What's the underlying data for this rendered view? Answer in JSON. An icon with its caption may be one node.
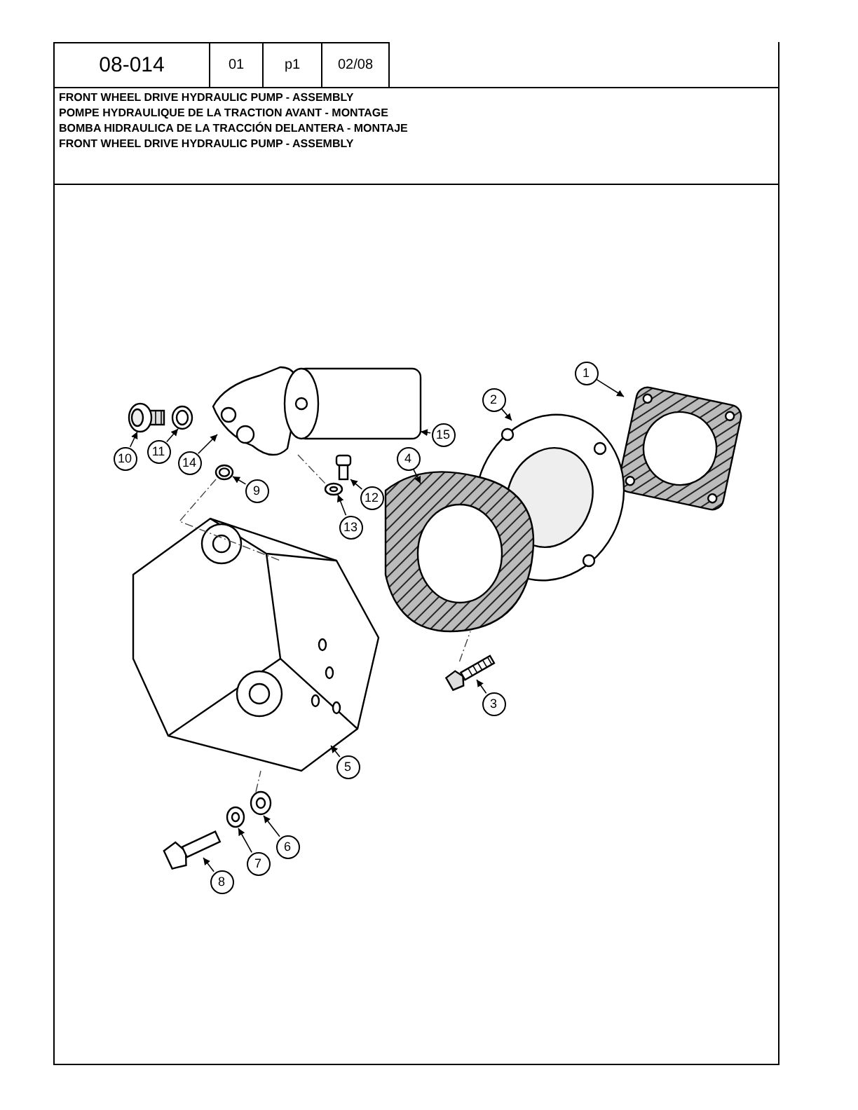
{
  "diagram": {
    "nodes": [
      {
        "text": [
          "1"
        ]
      },
      {
        "text": [
          "2"
        ]
      },
      {
        "text": [
          "3"
        ]
      },
      {
        "text": [
          "4"
        ]
      },
      {
        "text": [
          "5"
        ]
      },
      {
        "text": [
          "6"
        ]
      },
      {
        "text": [
          "7"
        ]
      },
      {
        "text": [
          "8"
        ]
      },
      {
        "text": [
          "9"
        ]
      },
      {
        "text": [
          "10"
        ]
      },
      {
        "text": [
          "11"
        ]
      },
      {
        "text": [
          "12"
        ]
      },
      {
        "text": [
          "13"
        ]
      },
      {
        "text": [
          "14"
        ]
      },
      {
        "text": [
          "15"
        ]
      },
      {
        "text": [],
        "shape": "picture"
      },
      {
        "text": [],
        "shape": "picture"
      },
      {
        "text": [],
        "shape": "picture"
      },
      {
        "text": [],
        "shape": "picture"
      },
      {
        "text": [],
        "shape": "picture"
      },
      {
        "text": [],
        "shape": "picture"
      },
      {
        "text": [],
        "shape": "picture"
      },
      {
        "text": [],
        "shape": "picture"
      },
      {
        "text": [],
        "shape": "picture"
      },
      {
        "text": [],
        "shape": "picture"
      },
      {
        "text": [],
        "shape": "picture"
      },
      {
        "text": [],
        "shape": "picture"
      },
      {
        "text": [],
        "shape": "picture"
      },
      {
        "text": [],
        "shape": "picture"
      },
      {
        "text": [],
        "shape": "picture"
      }
    ],
    "edges": [
      {
        "from": 0,
        "to": 15,
        "arrow": "to"
      },
      {
        "from": 1,
        "to": 16,
        "arrow": "to"
      },
      {
        "from": 2,
        "to": 17,
        "arrow": "to"
      },
      {
        "from": 3,
        "to": 18,
        "arrow": "to"
      },
      {
        "from": 4,
        "to": 19,
        "arrow": "to"
      },
      {
        "from": 5,
        "to": 20,
        "arrow": "to"
      },
      {
        "from": 6,
        "to": 21,
        "arrow": "to"
      },
      {
        "from": 7,
        "to": 22,
        "arrow": "to"
      },
      {
        "from": 8,
        "to": 23,
        "arrow": "to"
      },
      {
        "from": 9,
        "to": 24,
        "arrow": "to"
      },
      {
        "from": 10,
        "to": 25,
        "arrow": "to"
      },
      {
        "from": 11,
        "to": 26,
        "arrow": "to"
      },
      {
        "from": 12,
        "to": 27,
        "arrow": "to"
      },
      {
        "from": 13,
        "to": 28,
        "arrow": "to"
      },
      {
        "from": 14,
        "to": 29,
        "arrow": "to"
      },
      {
        "from": 23,
        "to": 19,
        "arrow": "none",
        "style": "dashed"
      },
      {
        "from": 28,
        "to": 27,
        "arrow": "none",
        "style": "dashed"
      },
      {
        "from": 17,
        "to": 18,
        "arrow": "none",
        "style": "dashed"
      },
      {
        "from": 20,
        "to": 19,
        "arrow": "none",
        "style": "dashed"
      }
    ],
    "labels": [
      "08-014",
      "01",
      "p1",
      "02/08",
      "FRONT WHEEL DRIVE HYDRAULIC PUMP - ASSEMBLY",
      "POMPE HYDRAULIQUE DE LA TRACTION AVANT - MONTAGE",
      "BOMBA HIDRAULICA DE LA TRACCIÓN DELANTERA - MONTAJE",
      "FRONT WHEEL DRIVE HYDRAULIC PUMP - ASSEMBLY"
    ]
  }
}
